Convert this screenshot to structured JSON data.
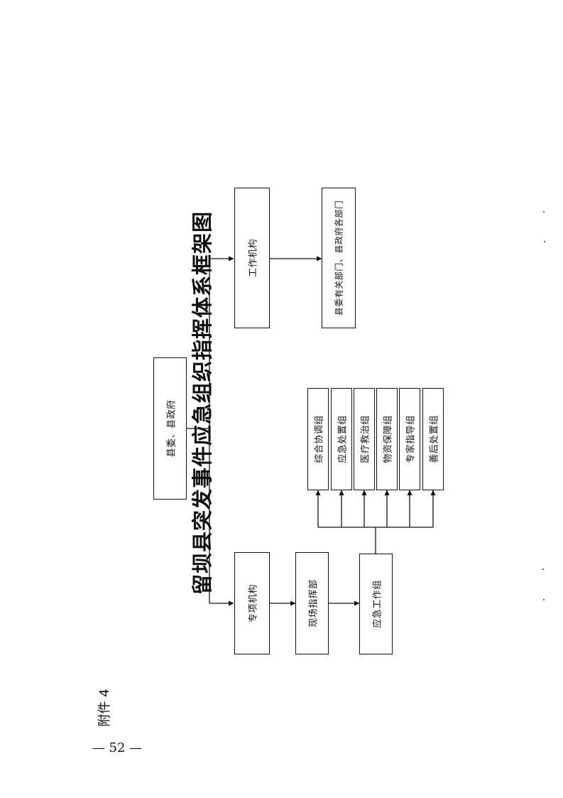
{
  "document": {
    "title": "留坝县突发事件应急组织指挥体系框架图",
    "annex_label": "附件 4",
    "page_number": "— 52 —"
  },
  "org_chart": {
    "top": "县委、县政府",
    "work_body": "工作机构",
    "work_body_child": "县委有关部门、县政府各部门",
    "special_body": "专项机构",
    "field_command": "现场指挥部",
    "emergency_group": "应急工作组",
    "subgroups": [
      "综合协调组",
      "应急处置组",
      "医疗救治组",
      "物资保障组",
      "专家指导组",
      "善后处置组"
    ]
  }
}
